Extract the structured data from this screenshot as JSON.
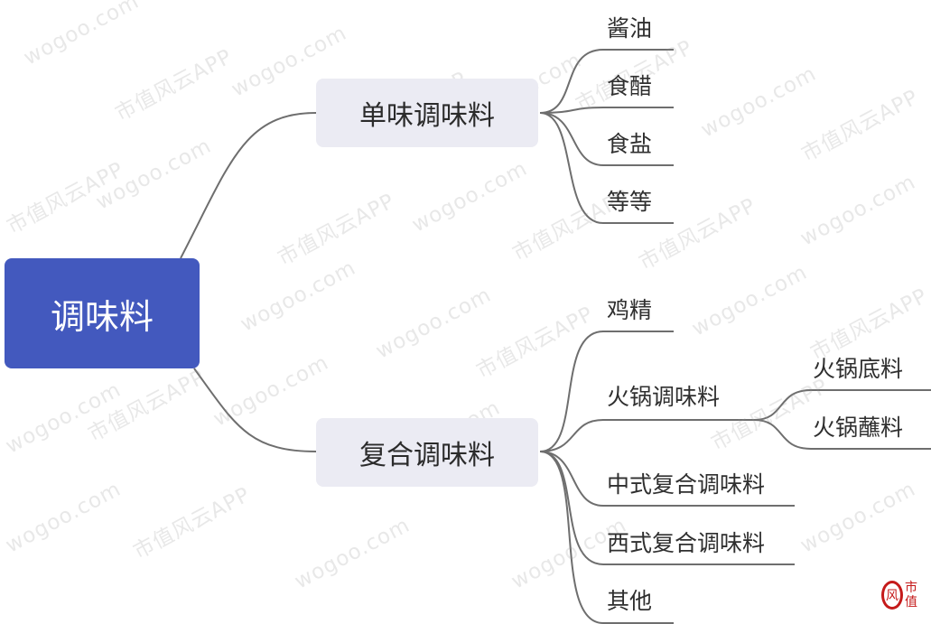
{
  "root": {
    "label": "调味料"
  },
  "branches": [
    {
      "label": "单味调味料",
      "children": [
        {
          "label": "酱油"
        },
        {
          "label": "食醋"
        },
        {
          "label": "食盐"
        },
        {
          "label": "等等"
        }
      ]
    },
    {
      "label": "复合调味料",
      "children": [
        {
          "label": "鸡精"
        },
        {
          "label": "火锅调味料",
          "children": [
            {
              "label": "火锅底料"
            },
            {
              "label": "火锅蘸料"
            }
          ]
        },
        {
          "label": "中式复合调味料"
        },
        {
          "label": "西式复合调味料"
        },
        {
          "label": "其他"
        }
      ]
    }
  ],
  "watermark": {
    "text_a": "wogoo.com",
    "text_b": "市值风云APP"
  },
  "logo": {
    "mark": "风",
    "text": "市值"
  },
  "colors": {
    "root_fill": "#4359be",
    "branch_fill": "#ebebf3",
    "connector": "#6e6e6e"
  }
}
